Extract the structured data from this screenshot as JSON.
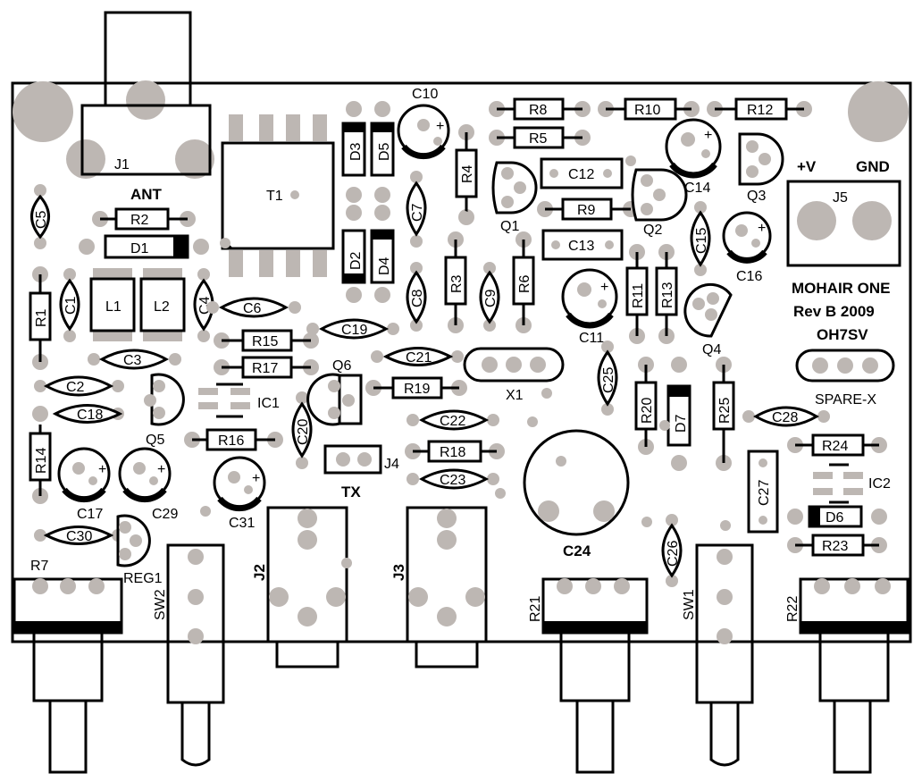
{
  "board": {
    "title": "MOHAIR ONE",
    "revision": "Rev B 2009",
    "callsign": "OH7SV"
  },
  "labels": {
    "J1": "J1",
    "ANT": "ANT",
    "T1": "T1",
    "J5": "J5",
    "plus_v": "+V",
    "gnd": "GND",
    "R1": "R1",
    "R2": "R2",
    "R3": "R3",
    "R4": "R4",
    "R5": "R5",
    "R6": "R6",
    "R7": "R7",
    "R8": "R8",
    "R9": "R9",
    "R10": "R10",
    "R11": "R11",
    "R12": "R12",
    "R13": "R13",
    "R14": "R14",
    "R15": "R15",
    "R16": "R16",
    "R17": "R17",
    "R18": "R18",
    "R19": "R19",
    "R20": "R20",
    "R21": "R21",
    "R22": "R22",
    "R23": "R23",
    "R24": "R24",
    "R25": "R25",
    "C1": "C1",
    "C2": "C2",
    "C3": "C3",
    "C4": "C4",
    "C5": "C5",
    "C6": "C6",
    "C7": "C7",
    "C8": "C8",
    "C9": "C9",
    "C10": "C10",
    "C11": "C11",
    "C12": "C12",
    "C13": "C13",
    "C14": "C14",
    "C15": "C15",
    "C16": "C16",
    "C17": "C17",
    "C18": "C18",
    "C19": "C19",
    "C20": "C20",
    "C21": "C21",
    "C22": "C22",
    "C23": "C23",
    "C24": "C24",
    "C25": "C25",
    "C26": "C26",
    "C27": "C27",
    "C28": "C28",
    "C29": "C29",
    "C30": "C30",
    "C31": "C31",
    "D1": "D1",
    "D2": "D2",
    "D3": "D3",
    "D4": "D4",
    "D5": "D5",
    "D6": "D6",
    "D7": "D7",
    "L1": "L1",
    "L2": "L2",
    "Q1": "Q1",
    "Q2": "Q2",
    "Q3": "Q3",
    "Q4": "Q4",
    "Q5": "Q5",
    "Q6": "Q6",
    "IC1": "IC1",
    "IC2": "IC2",
    "X1": "X1",
    "SPARE": "SPARE-X",
    "J2": "J2",
    "J3": "J3",
    "J4": "J4",
    "TX": "TX",
    "REG1": "REG1",
    "SW1": "SW1",
    "SW2": "SW2"
  }
}
